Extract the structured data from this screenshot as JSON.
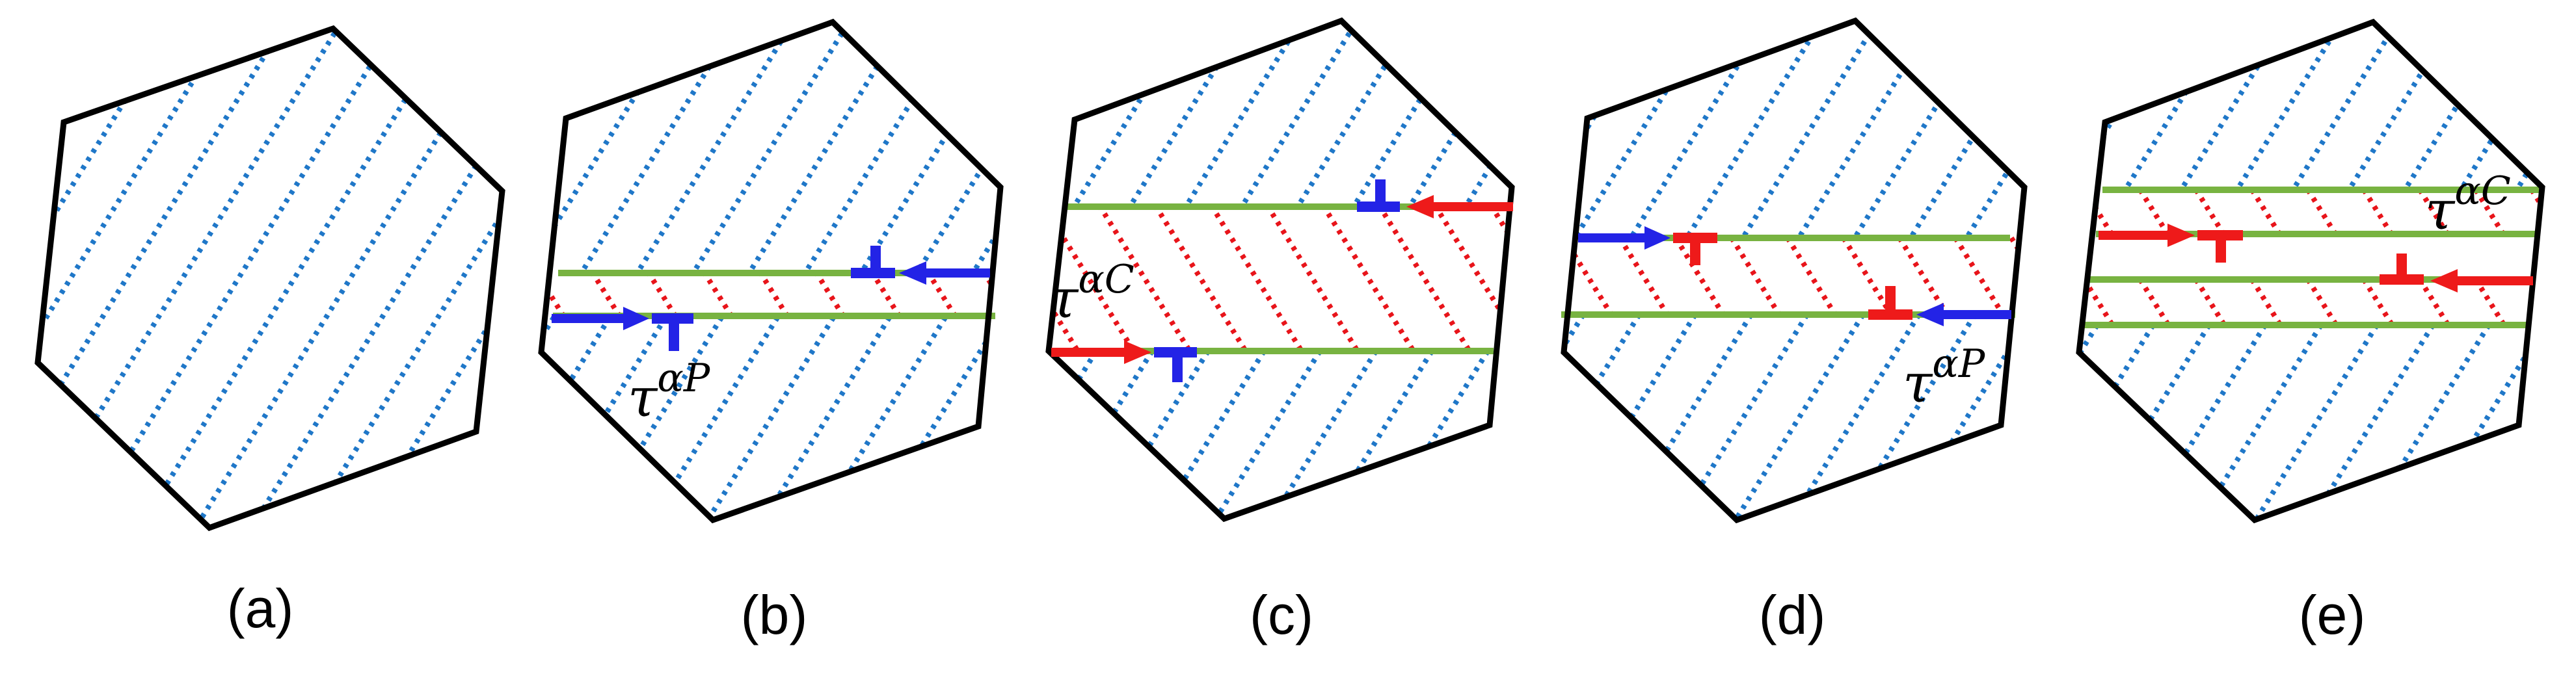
{
  "figure": {
    "panels": [
      {
        "caption": "(a)"
      },
      {
        "caption": "(b)",
        "stress_label": {
          "symbol": "τ",
          "superscript": "αP"
        }
      },
      {
        "caption": "(c)",
        "stress_label": {
          "symbol": "τ",
          "superscript": "αC"
        }
      },
      {
        "caption": "(d)",
        "stress_label": {
          "symbol": "τ",
          "superscript": "αP"
        }
      },
      {
        "caption": "(e)",
        "stress_label": {
          "symbol": "τ",
          "superscript": "αC"
        }
      }
    ],
    "colors": {
      "grain_boundary": "#000000",
      "parent_lattice": "#1f77c8",
      "twinned_lattice": "#e8141a",
      "twin_boundary": "#78b341",
      "blue_dislocation": "#2323e6",
      "red_dislocation": "#ee1a1a"
    }
  }
}
